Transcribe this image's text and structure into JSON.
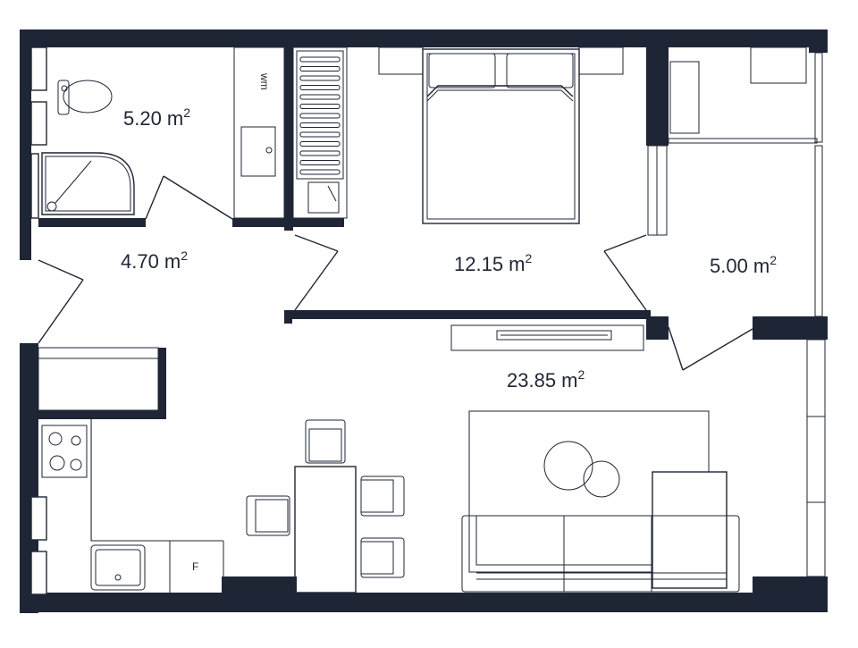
{
  "rooms": [
    {
      "id": "bathroom",
      "area": "5.20 m",
      "unit_sup": "2"
    },
    {
      "id": "hallway",
      "area": "4.70 m",
      "unit_sup": "2"
    },
    {
      "id": "bedroom",
      "area": "12.15 m",
      "unit_sup": "2"
    },
    {
      "id": "balcony",
      "area": "5.00 m",
      "unit_sup": "2"
    },
    {
      "id": "living",
      "area": "23.85 m",
      "unit_sup": "2"
    }
  ],
  "fixtures": {
    "washing_machine": "wm",
    "fridge": "F"
  },
  "colors": {
    "wall": "#1e2535",
    "background": "#ffffff"
  }
}
